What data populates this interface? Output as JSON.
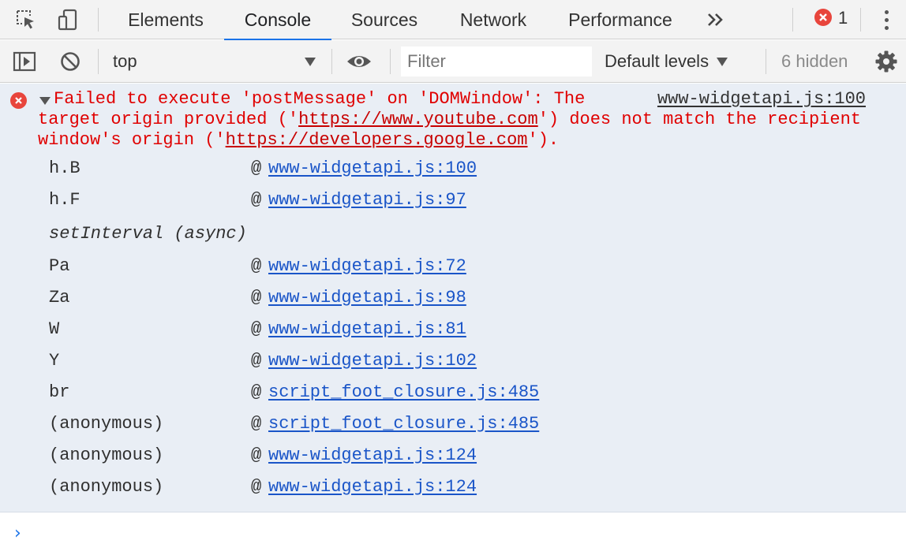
{
  "tabs": [
    {
      "label": "Elements",
      "active": false
    },
    {
      "label": "Console",
      "active": true
    },
    {
      "label": "Sources",
      "active": false
    },
    {
      "label": "Network",
      "active": false
    },
    {
      "label": "Performance",
      "active": false
    }
  ],
  "tabbar": {
    "more_tabs_icon": "double-chevron-right-icon",
    "error_count": "1"
  },
  "toolbar": {
    "context": "top",
    "filter_placeholder": "Filter",
    "levels": "Default levels",
    "hidden": "6 hidden"
  },
  "message": {
    "level": "error",
    "line1": "Failed to execute 'postMessage' on 'DOMWindow': The",
    "line2_pre": "target origin provided ('",
    "line2_url": "https://www.youtube.com",
    "line2_post": "') does not match the recipient",
    "line3_pre": "window's origin ('",
    "line3_url": "https://developers.google.com",
    "line3_post": "').",
    "source": "www-widgetapi.js:100"
  },
  "stack": [
    {
      "fn": "h.B",
      "at": "@",
      "link": "www-widgetapi.js:100"
    },
    {
      "fn": "h.F",
      "at": "@",
      "link": "www-widgetapi.js:97"
    },
    {
      "async": "setInterval (async)"
    },
    {
      "fn": "Pa",
      "at": "@",
      "link": "www-widgetapi.js:72"
    },
    {
      "fn": "Za",
      "at": "@",
      "link": "www-widgetapi.js:98"
    },
    {
      "fn": "W",
      "at": "@",
      "link": "www-widgetapi.js:81"
    },
    {
      "fn": "Y",
      "at": "@",
      "link": "www-widgetapi.js:102"
    },
    {
      "fn": "br",
      "at": "@",
      "link": "script_foot_closure.js:485"
    },
    {
      "fn": "(anonymous)",
      "at": "@",
      "link": "script_foot_closure.js:485"
    },
    {
      "fn": "(anonymous)",
      "at": "@",
      "link": "www-widgetapi.js:124"
    },
    {
      "fn": "(anonymous)",
      "at": "@",
      "link": "www-widgetapi.js:124"
    }
  ],
  "prompt": "›",
  "colors": {
    "error_red": "#e00000",
    "link_blue": "#1a55c8",
    "accent": "#1a73e8",
    "error_background": "#e9eef5"
  }
}
